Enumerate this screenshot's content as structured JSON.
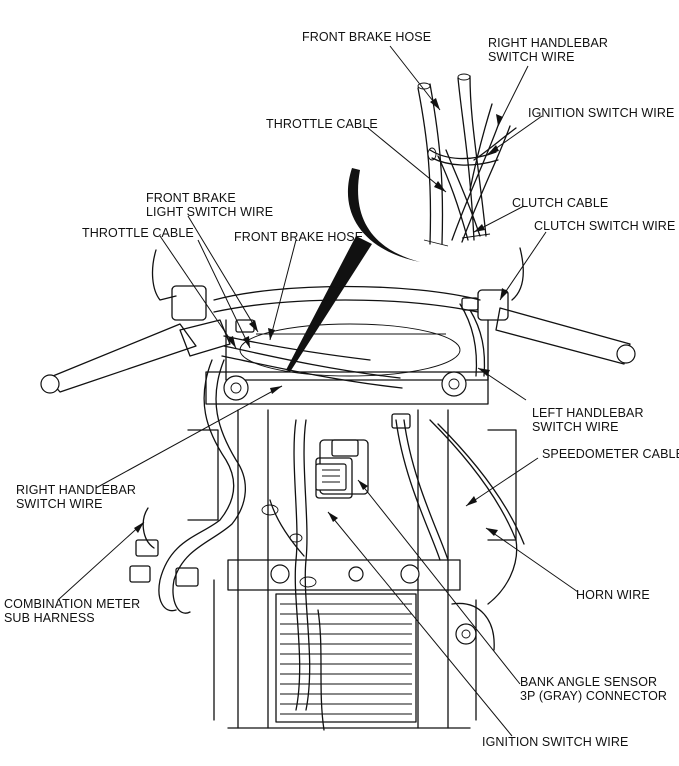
{
  "labels": {
    "front_brake_hose_top": "FRONT BRAKE HOSE",
    "right_handlebar_switch_wire_top_1": "RIGHT HANDLEBAR",
    "right_handlebar_switch_wire_top_2": "SWITCH WIRE",
    "ignition_switch_wire_top": "IGNITION SWITCH WIRE",
    "throttle_cable_top": "THROTTLE CABLE",
    "clutch_cable": "CLUTCH CABLE",
    "clutch_switch_wire": "CLUTCH SWITCH WIRE",
    "front_brake_light_switch_wire_1": "FRONT BRAKE",
    "front_brake_light_switch_wire_2": "LIGHT SWITCH WIRE",
    "throttle_cable_left": "THROTTLE CABLE",
    "front_brake_hose_mid": "FRONT BRAKE HOSE",
    "left_handlebar_switch_wire_1": "LEFT HANDLEBAR",
    "left_handlebar_switch_wire_2": "SWITCH WIRE",
    "speedometer_cable": "SPEEDOMETER CABLE",
    "right_handlebar_switch_wire_left_1": "RIGHT HANDLEBAR",
    "right_handlebar_switch_wire_left_2": "SWITCH WIRE",
    "horn_wire": "HORN WIRE",
    "combination_meter_sub_harness_1": "COMBINATION METER",
    "combination_meter_sub_harness_2": "SUB HARNESS",
    "bank_angle_sensor_1": "BANK ANGLE SENSOR",
    "bank_angle_sensor_2": "3P (GRAY) CONNECTOR",
    "ignition_switch_wire_bottom": "IGNITION SWITCH WIRE"
  }
}
